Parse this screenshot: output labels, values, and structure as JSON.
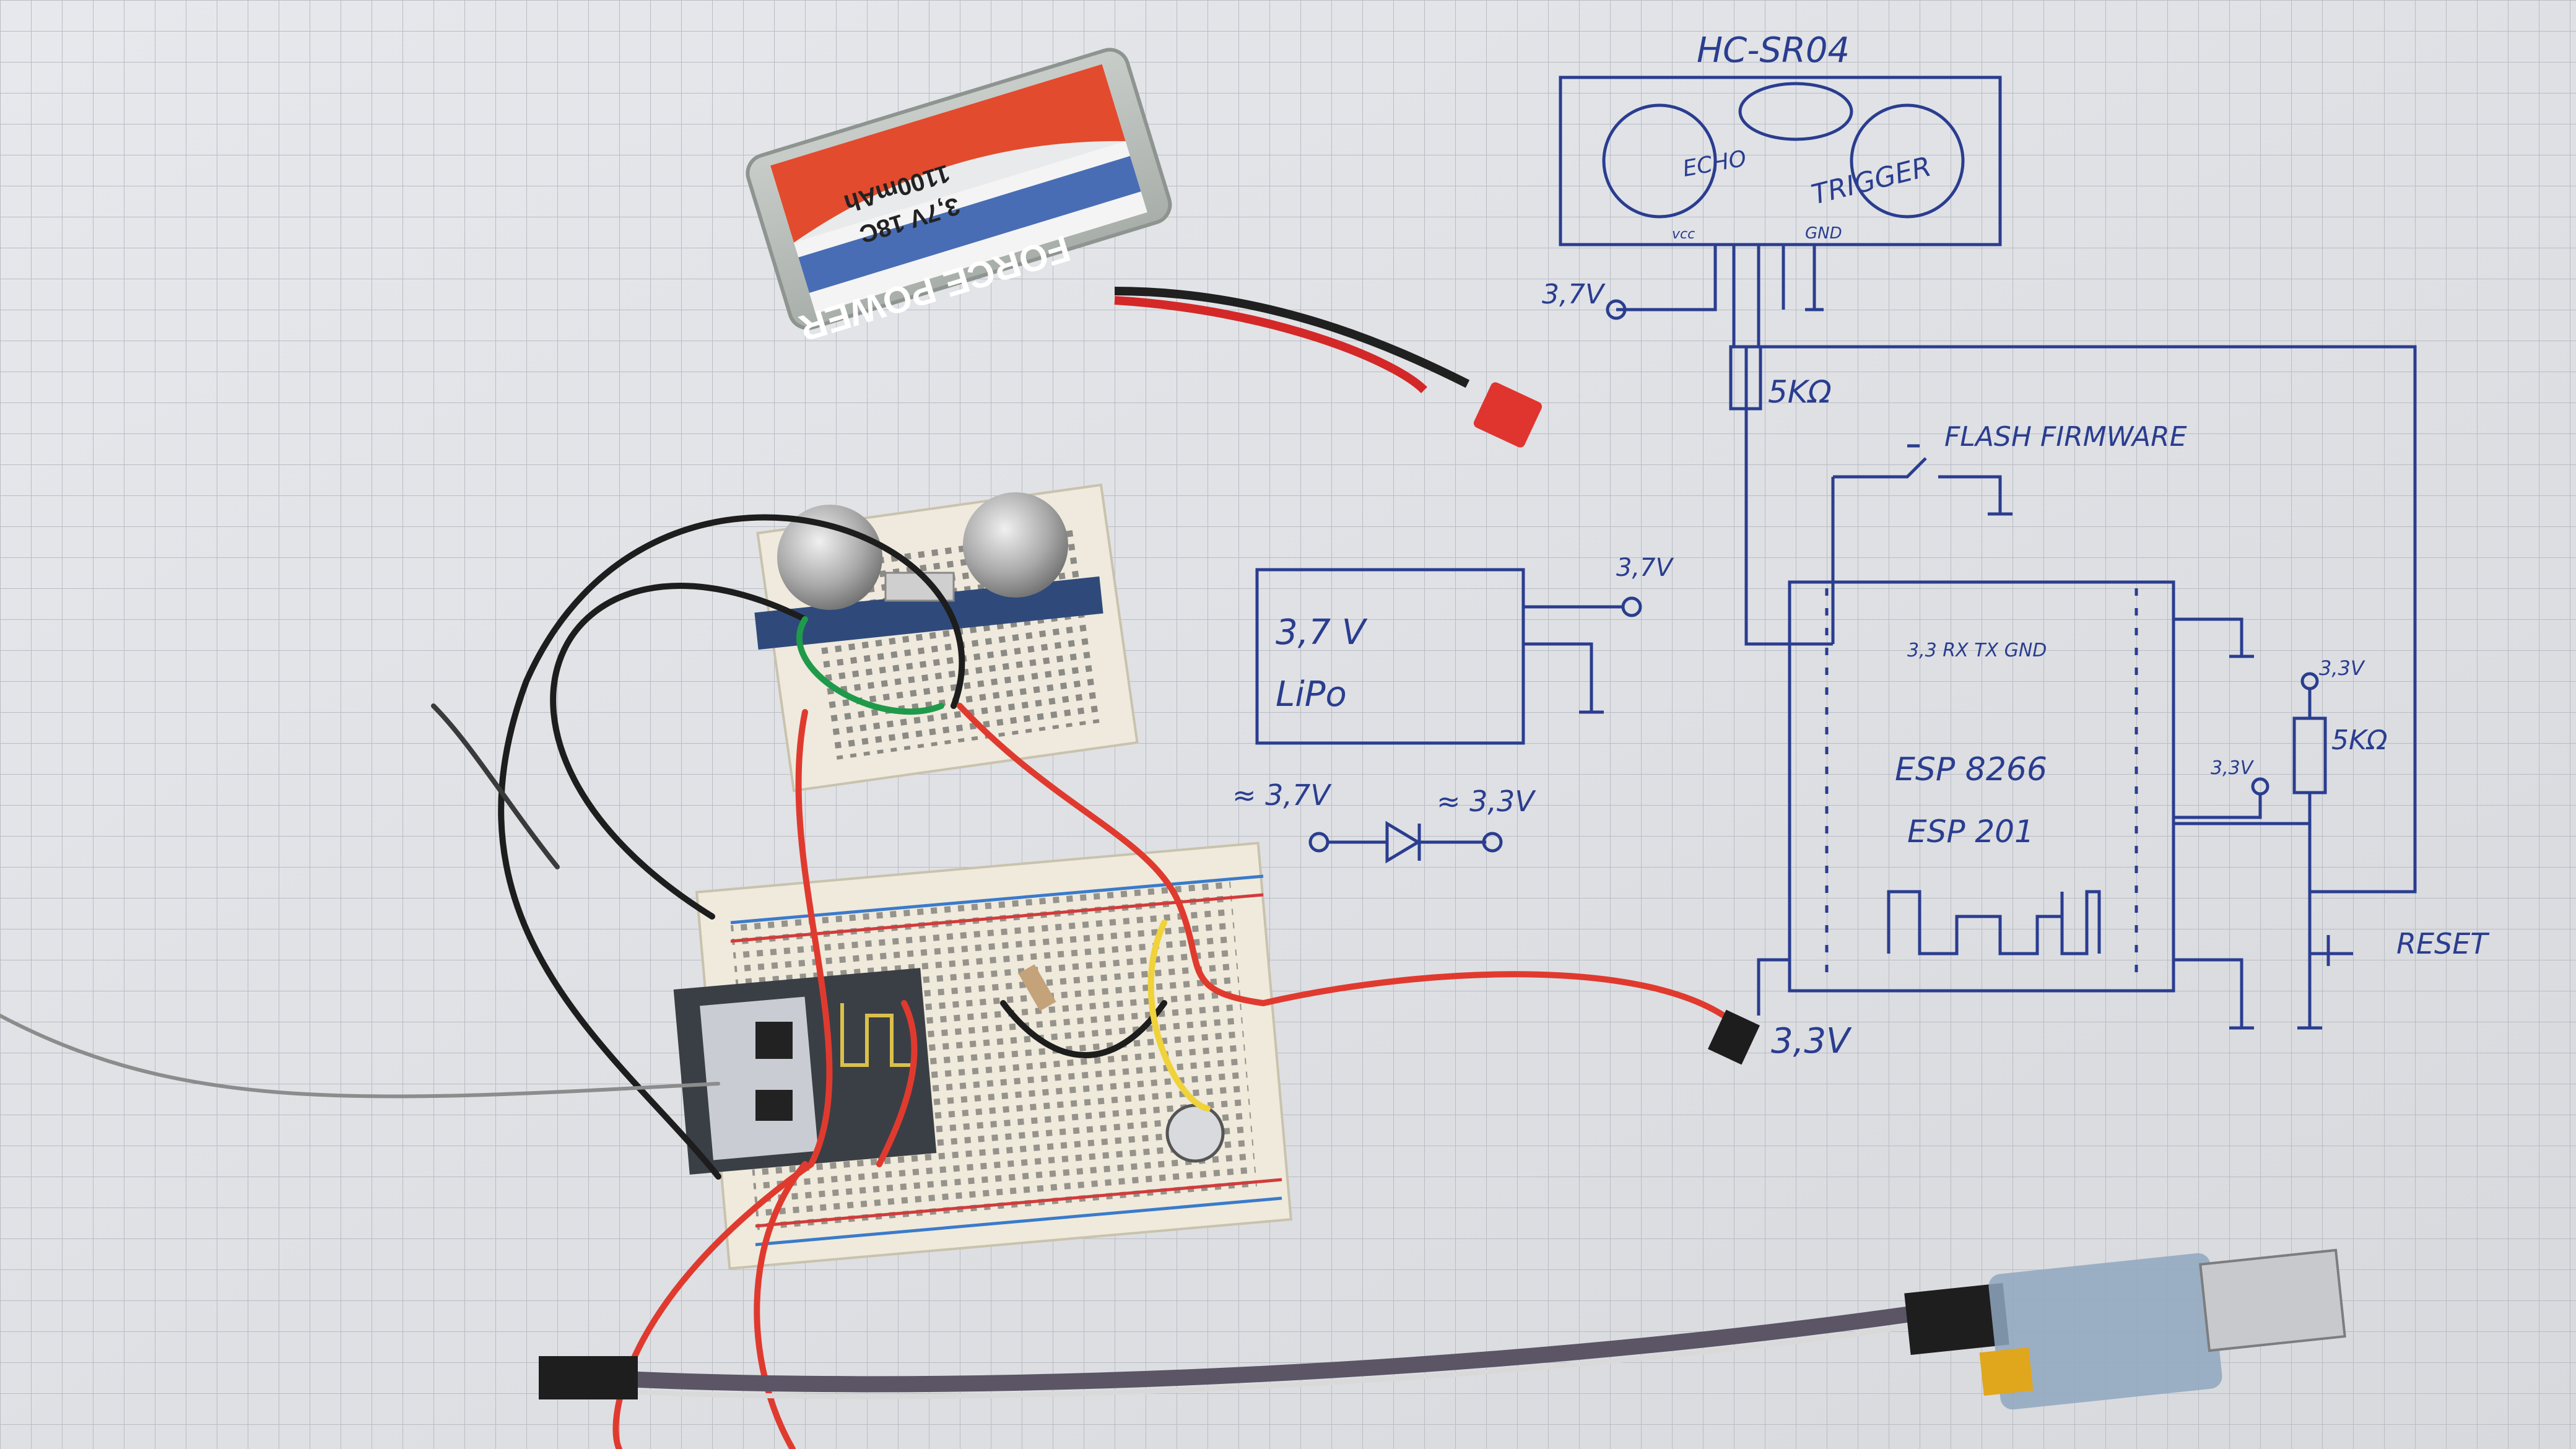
{
  "battery": {
    "brand": "FORCE POWER",
    "spec": "3,7V 18C",
    "capacity": "1100mAh"
  },
  "schematic": {
    "sensor_title": "HC-SR04",
    "echo": "ECHO",
    "trigger": "TRIGGER",
    "vcc": "vcc",
    "gnd": "GND",
    "vin_37": "3,7V",
    "resistor_top": "5KΩ",
    "flash_firmware": "FLASH FIRMWARE",
    "lipo_voltage": "3,7 V",
    "lipo": "LiPo",
    "supply_37": "3,7V",
    "diode_in": "≈ 3,7V",
    "diode_out": "≈ 3,3V",
    "pins": "3,3 RX TX GND",
    "module_line1": "ESP 8266",
    "module_line2": "ESP 201",
    "vcc_33_right": "3,3V",
    "vcc_33_top": "3,3V",
    "resistor_right": "5KΩ",
    "reset": "RESET",
    "vcc_33_bottom": "3,3V"
  }
}
